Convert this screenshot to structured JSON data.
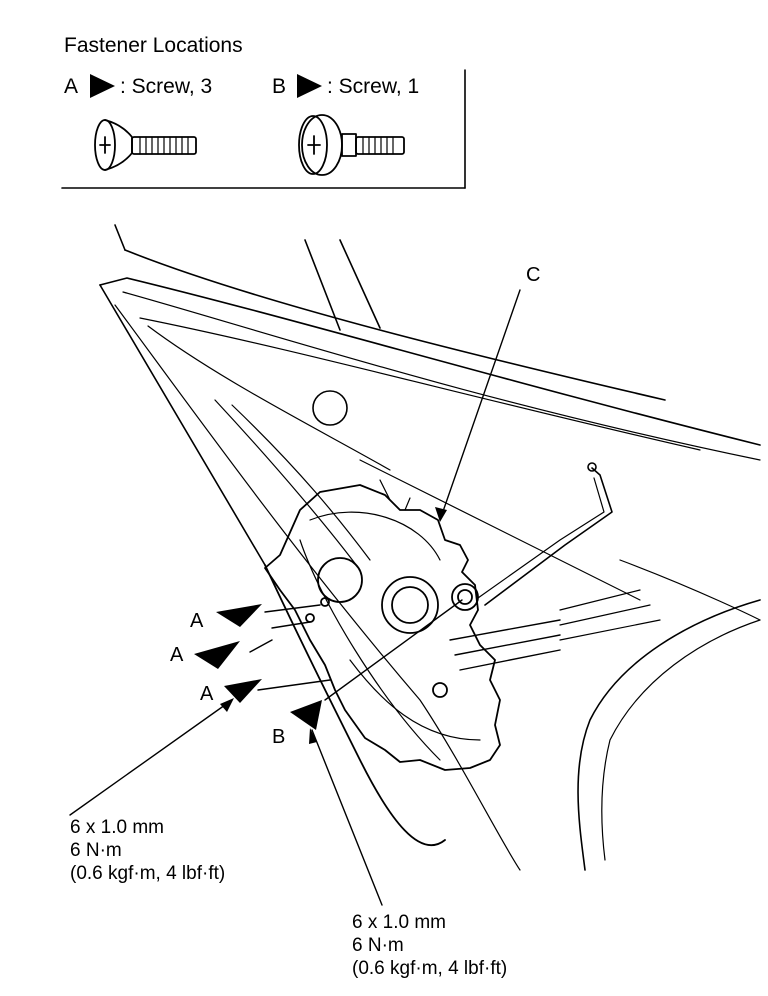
{
  "legend": {
    "title": "Fastener Locations",
    "items": [
      {
        "letter": "A",
        "text": ": Screw, 3"
      },
      {
        "letter": "B",
        "text": ": Screw, 1"
      }
    ]
  },
  "callouts": {
    "c": "C",
    "a1": "A",
    "a2": "A",
    "a3": "A",
    "b": "B"
  },
  "specs": [
    {
      "size": "6 x 1.0 mm",
      "torque": "6 N·m",
      "alt": "(0.6 kgf·m, 4 lbf·ft)"
    },
    {
      "size": "6 x 1.0 mm",
      "torque": "6 N·m",
      "alt": "(0.6 kgf·m, 4 lbf·ft)"
    }
  ]
}
